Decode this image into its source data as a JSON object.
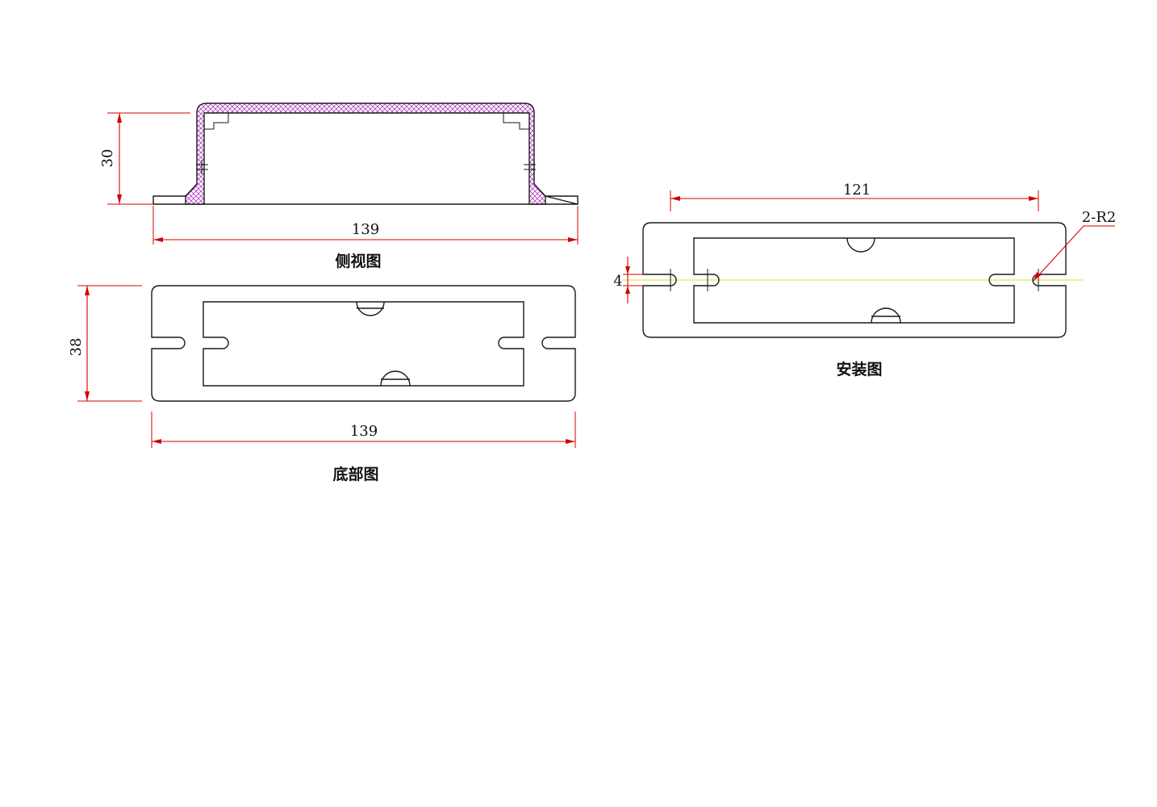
{
  "views": {
    "side": {
      "caption": "侧视图",
      "width_label": "139",
      "height_label": "30"
    },
    "bottom": {
      "caption": "底部图",
      "width_label": "139",
      "height_label": "38"
    },
    "install": {
      "caption": "安装图",
      "hole_spacing_label": "121",
      "slot_width_label": "4",
      "radius_label": "2-R2"
    }
  },
  "colors": {
    "outline": "#1a1a1a",
    "dimension": "#d40000",
    "centerline": "#e8e84a",
    "wall_hatch": "#b040c0"
  }
}
